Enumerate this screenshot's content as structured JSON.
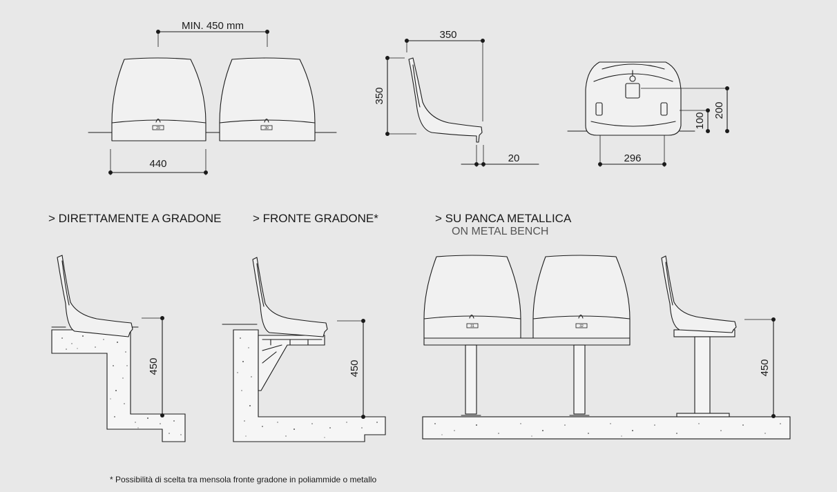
{
  "dimensions": {
    "min_spacing": "MIN. 450 mm",
    "seat_width": "440",
    "side_width": "350",
    "side_height": "350",
    "side_depth": "20",
    "bottom_width": "296",
    "bottom_height_100": "100",
    "bottom_height_200": "200",
    "install_height": "450"
  },
  "sections": {
    "direct": "> DIRETTAMENTE A GRADONE",
    "front": "> FRONTE GRADONE*",
    "bench": "> SU PANCA METALLICA",
    "bench_en": "ON METAL BENCH"
  },
  "seat_tags": [
    "29",
    "30",
    "31",
    "32"
  ],
  "footnote": "* Possibilità di scelta tra mensola fronte gradone in poliammide o metallo",
  "colors": {
    "background": "#e8e8e8",
    "line": "#1a1a1a",
    "fill": "#f1f1f1"
  }
}
